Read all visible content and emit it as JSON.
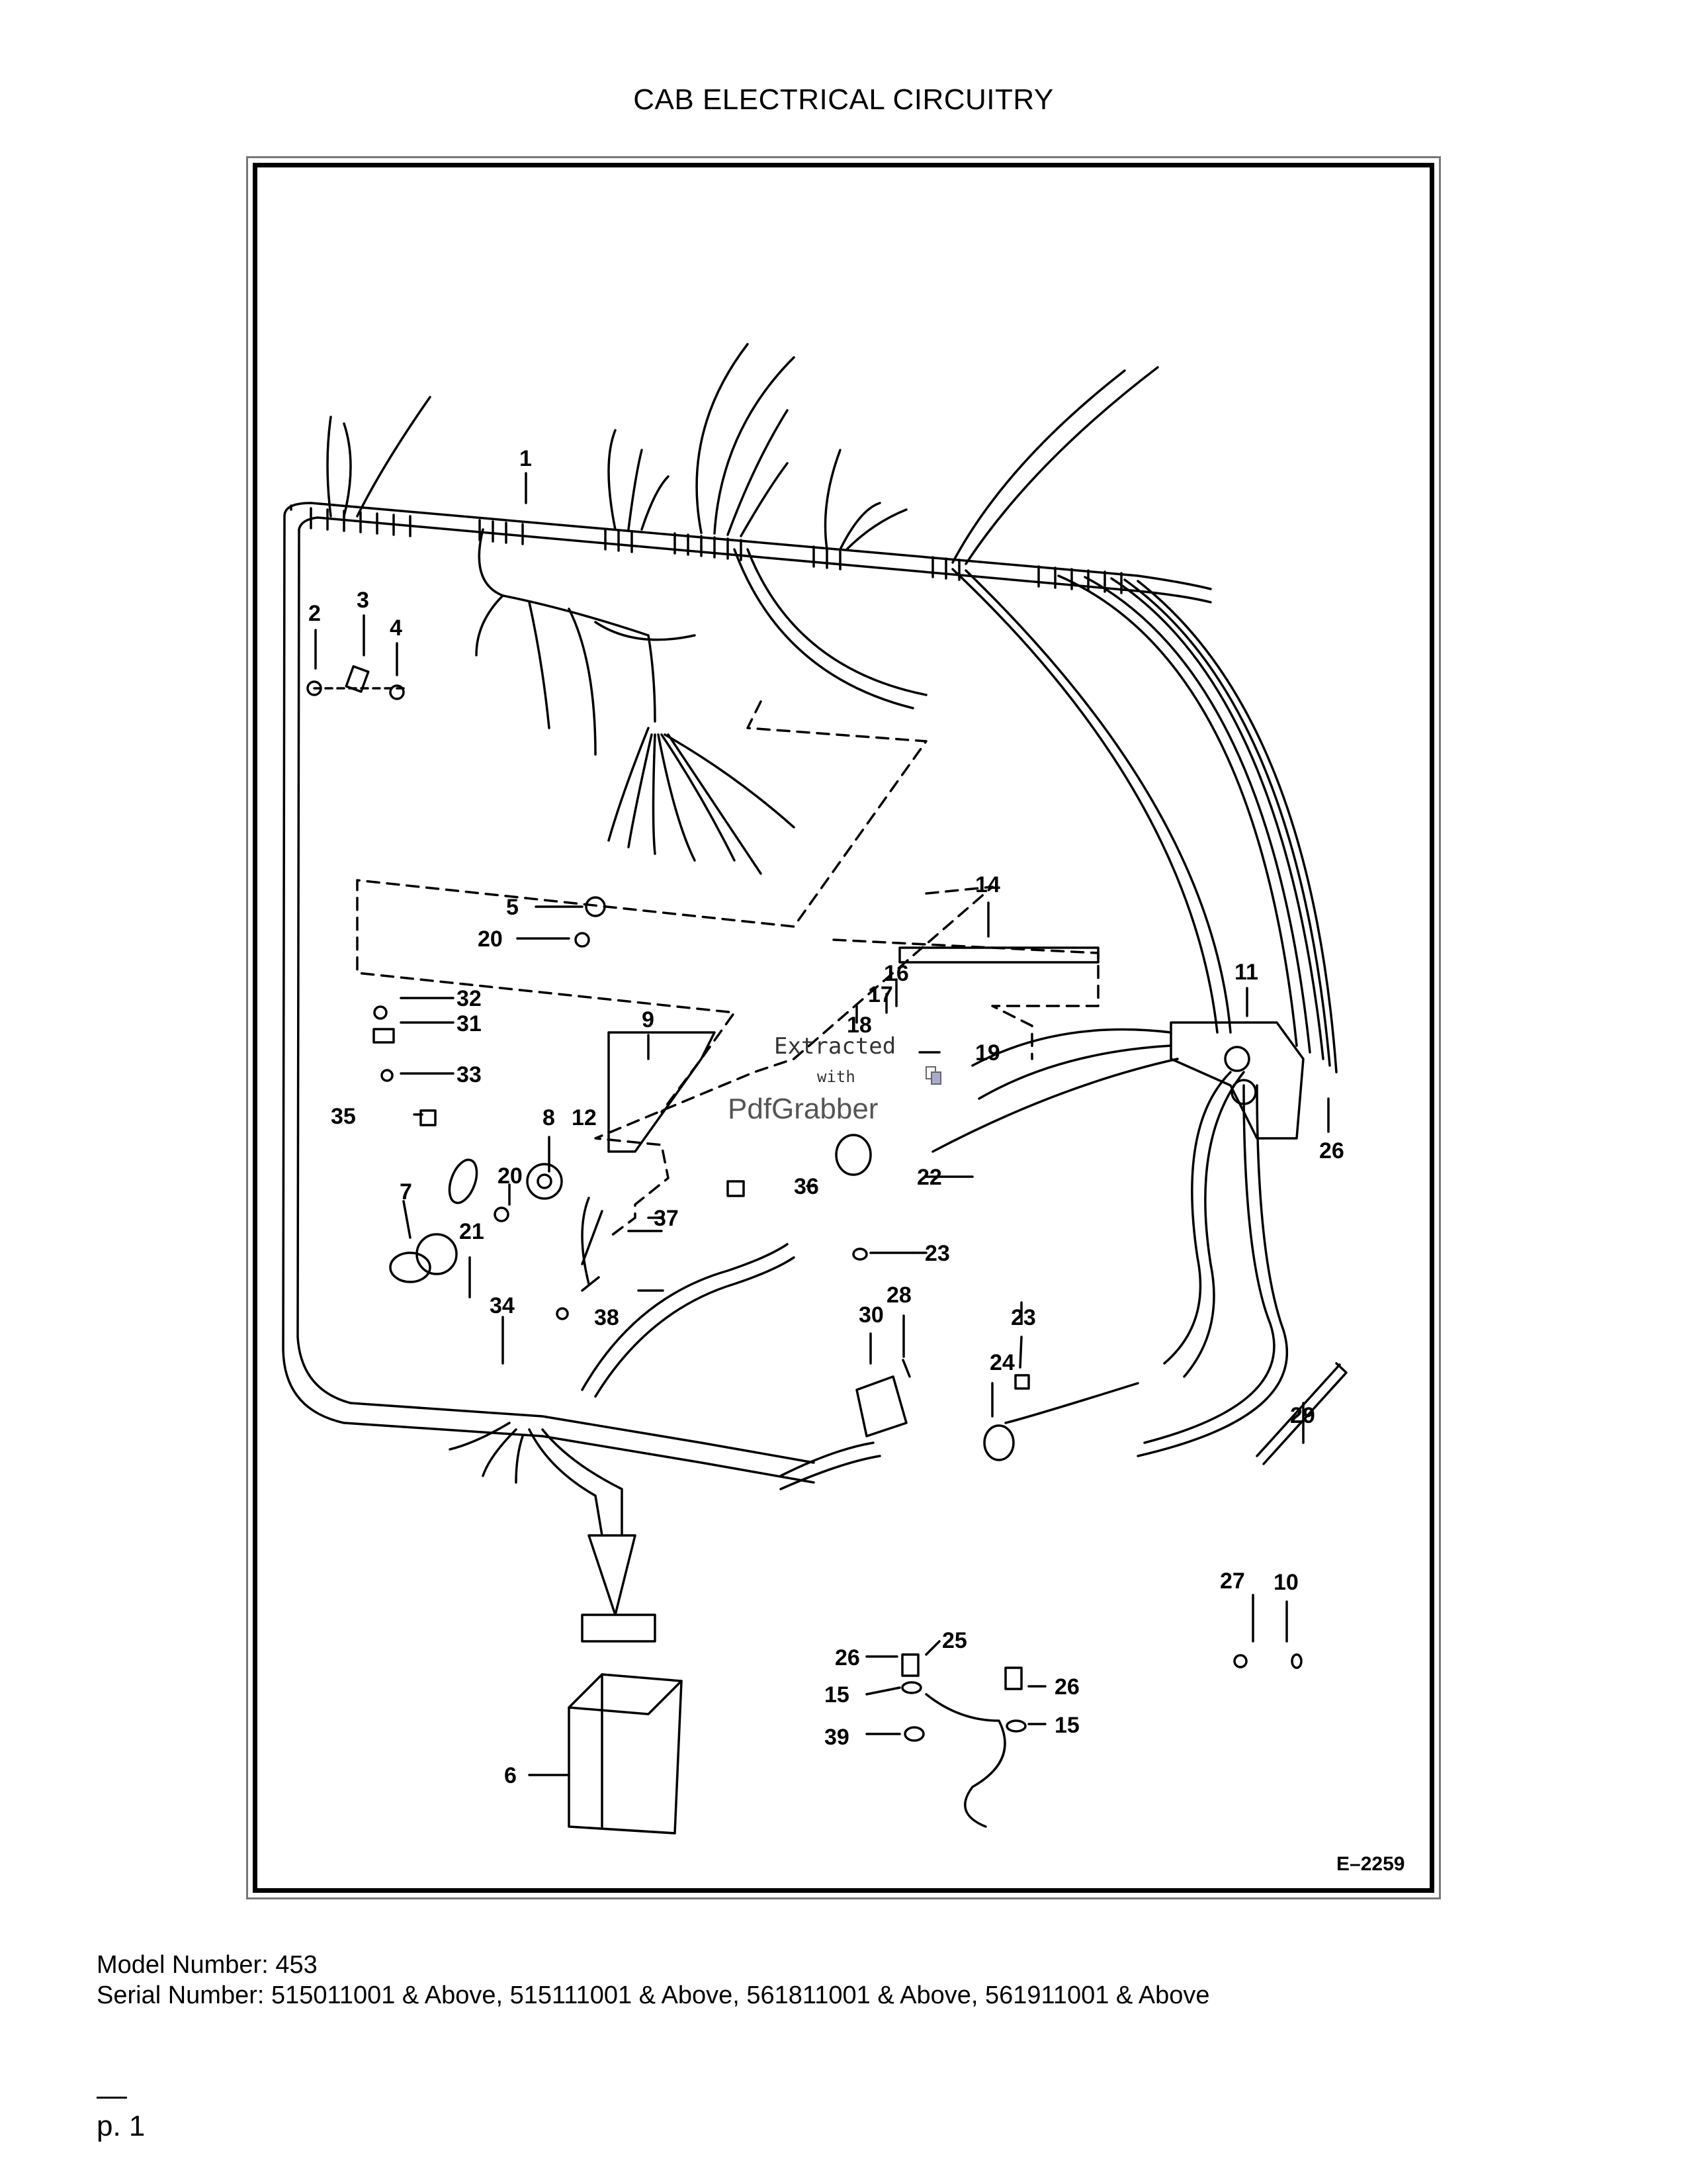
{
  "page": {
    "title": "CAB ELECTRICAL CIRCUITRY",
    "model_line": "Model Number: 453",
    "serial_line": "Serial Number: 515011001 & Above, 515111001 & Above, 561811001 & Above, 561911001 & Above",
    "page_number": "p. 1"
  },
  "diagram": {
    "figure_code": "E–2259",
    "watermark": {
      "line1": "Extracted",
      "line2": "with",
      "line3": "PdfGrabber"
    },
    "callouts": [
      "1",
      "2",
      "3",
      "4",
      "5",
      "20",
      "14",
      "11",
      "32",
      "31",
      "33",
      "35",
      "9",
      "18",
      "17",
      "16",
      "19",
      "8",
      "12",
      "20",
      "26",
      "7",
      "21",
      "22",
      "36",
      "37",
      "23",
      "38",
      "34",
      "28",
      "30",
      "23",
      "24",
      "29",
      "27",
      "10",
      "25",
      "26",
      "15",
      "39",
      "26",
      "15",
      "6"
    ]
  }
}
